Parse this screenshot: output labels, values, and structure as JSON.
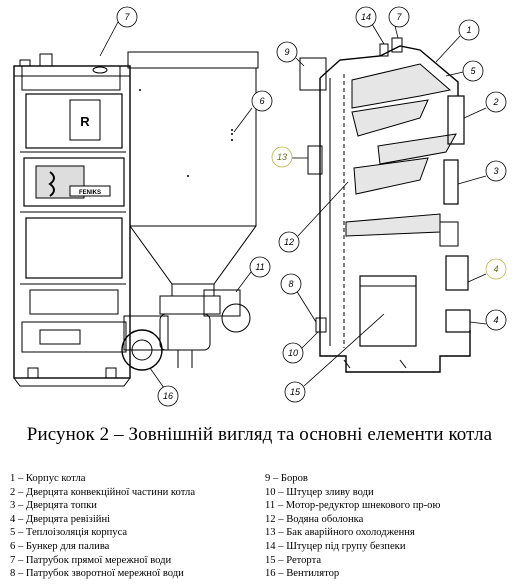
{
  "caption": "Рисунок 2 – Зовнішній вигляд та основні елементи котла",
  "front_view": {
    "door_letter": "R",
    "brand_plate": "FENIKS",
    "callouts": [
      "7",
      "6",
      "11",
      "16"
    ]
  },
  "side_view": {
    "callouts": [
      "14",
      "7",
      "1",
      "9",
      "5",
      "2",
      "13",
      "3",
      "12",
      "4",
      "8",
      "10",
      "15",
      "4"
    ]
  },
  "legend_left": [
    "1 – Корпус котла",
    "2 – Дверцята конвекційної частини котла",
    "3 – Дверцята топки",
    "4 – Дверцята ревізійні",
    "5 – Теплоізоляція корпуса",
    "6 – Бункер для палива",
    "7 – Патрубок прямої мережної води",
    "8 – Патрубок зворотної мережної води"
  ],
  "legend_right": [
    "9 – Боров",
    "10 – Штуцер зливу води",
    "11 – Мотор-редуктор шнекового пр-ою",
    "12 – Водяна оболонка",
    "13 – Бак аварійного охолодження",
    "14 – Штуцер під групу безпеки",
    "15 – Реторта",
    "16 – Вентилятор"
  ]
}
